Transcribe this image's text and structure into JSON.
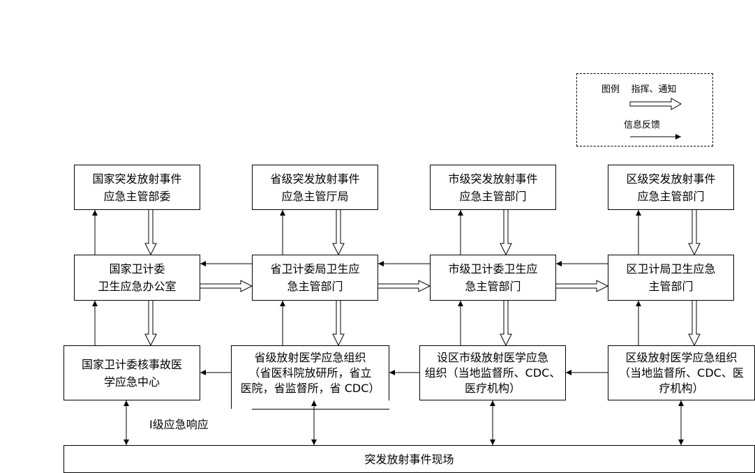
{
  "legend": {
    "prefix": "图例",
    "command": "指挥、通知",
    "feedback": "信息反馈"
  },
  "nodes": {
    "national_dept": [
      "国家突发放射事件",
      "应急主管部委"
    ],
    "province_dept": [
      "省级突发放射事件",
      "应急主管厅局"
    ],
    "city_dept": [
      "市级突发放射事件",
      "应急主管部门"
    ],
    "district_dept": [
      "区级突发放射事件",
      "应急主管部门"
    ],
    "national_office": [
      "国家卫计委",
      "卫生应急办公室"
    ],
    "province_office": [
      "省卫计委局卫生应",
      "急主管部门"
    ],
    "city_office": [
      "市级卫计委卫生应",
      "急主管部门"
    ],
    "district_office": [
      "区卫计局卫生应急",
      "主管部门"
    ],
    "national_center": [
      "国家卫计委核事故医",
      "学应急中心"
    ],
    "province_org": [
      "省级放射医学应急组织",
      "（省医科院放研所，省立",
      "医院，省监督所，省 CDC）"
    ],
    "city_org": [
      "设区市级放射医学应急",
      "组织（当地监督所、CDC、",
      "医疗机构）"
    ],
    "district_org": [
      "区级放射医学应急组织",
      "（当地监督所、CDC、医",
      "疗机构）"
    ],
    "scene": "突发放射事件现场"
  },
  "response_label": "Ⅰ级应急响应"
}
